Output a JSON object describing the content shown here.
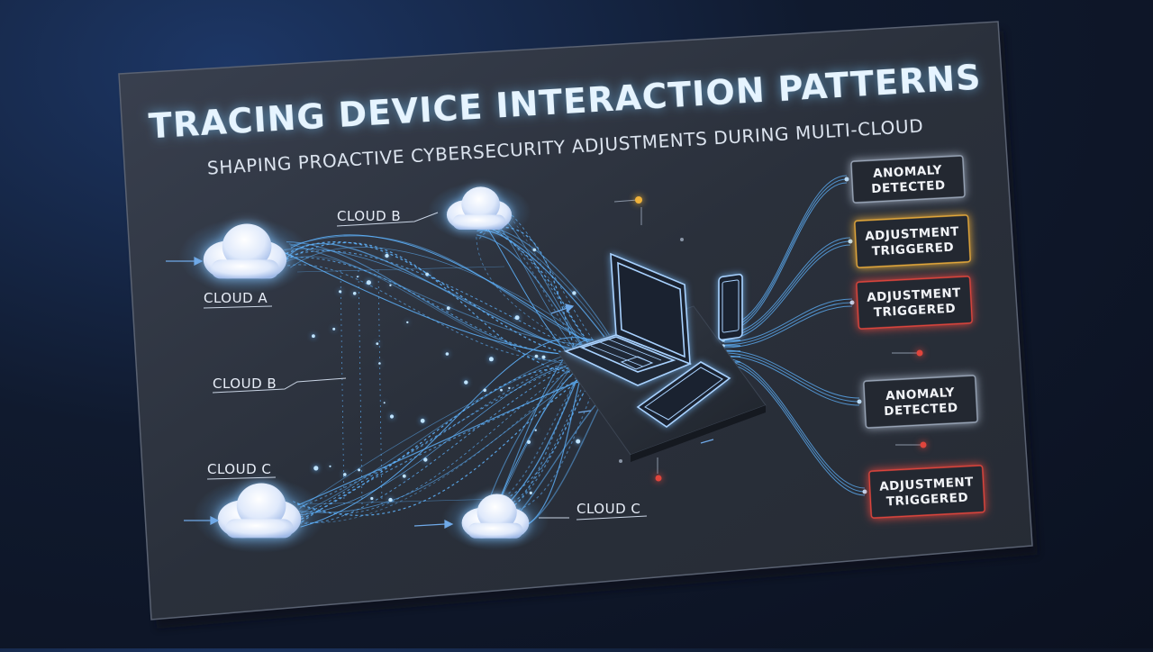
{
  "title": "TRACING DEVICE INTERACTION PATTERNS",
  "subtitle": "SHAPING PROACTIVE CYBERSECURITY ADJUSTMENTS DURING MULTI-CLOUD",
  "clouds": {
    "top": "CLOUD B",
    "left_top": "CLOUD A",
    "left_mid": "CLOUD B",
    "left_bottom": "CLOUD C",
    "bottom": "CLOUD C"
  },
  "statuses": [
    {
      "line1": "ANOMALY",
      "line2": "DETECTED",
      "accent": "#9aa6b8"
    },
    {
      "line1": "ADJUSTMENT",
      "line2": "TRIGGERED",
      "accent": "#e6a93a"
    },
    {
      "line1": "ADJUSTMENT",
      "line2": "TRIGGERED",
      "accent": "#e0453c"
    },
    {
      "line1": "ANOMALY",
      "line2": "DETECTED",
      "accent": "#9aa6b8"
    },
    {
      "line1": "ADJUSTMENT",
      "line2": "TRIGGERED",
      "accent": "#e0453c"
    }
  ],
  "colors": {
    "title": "#e6f4ff",
    "flow": "#5fb4ff",
    "device": "#a9d2ff"
  }
}
